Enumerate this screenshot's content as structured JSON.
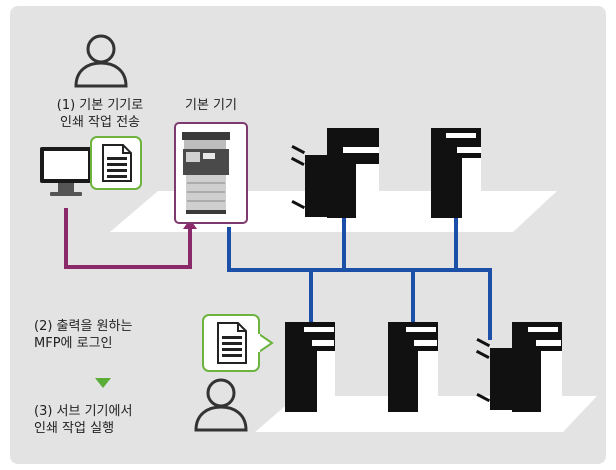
{
  "labels": {
    "step1": [
      "(1) 기본 기기로",
      "인쇄 작업 전송"
    ],
    "main_device": "기본 기기",
    "step2": [
      "(2) 출력을 원하는",
      "MFP에 로그인"
    ],
    "step3": [
      "(3) 서브 기기에서",
      "인쇄 작업 실행"
    ]
  },
  "colors": {
    "panel": "#e3e3e4",
    "floor": "#ffffff",
    "network_line": "#1c4fa8",
    "print_path": "#8a2a6a",
    "highlight_border": "#7d3a6e",
    "doc_callout_border": "#6cb33f",
    "step_arrow": "#5aad37",
    "user_icon": "#333333"
  },
  "icons": [
    "user-icon",
    "computer-monitor-icon",
    "document-icon",
    "mfp-printer-icon",
    "finisher-unit-icon",
    "down-triangle-icon"
  ]
}
